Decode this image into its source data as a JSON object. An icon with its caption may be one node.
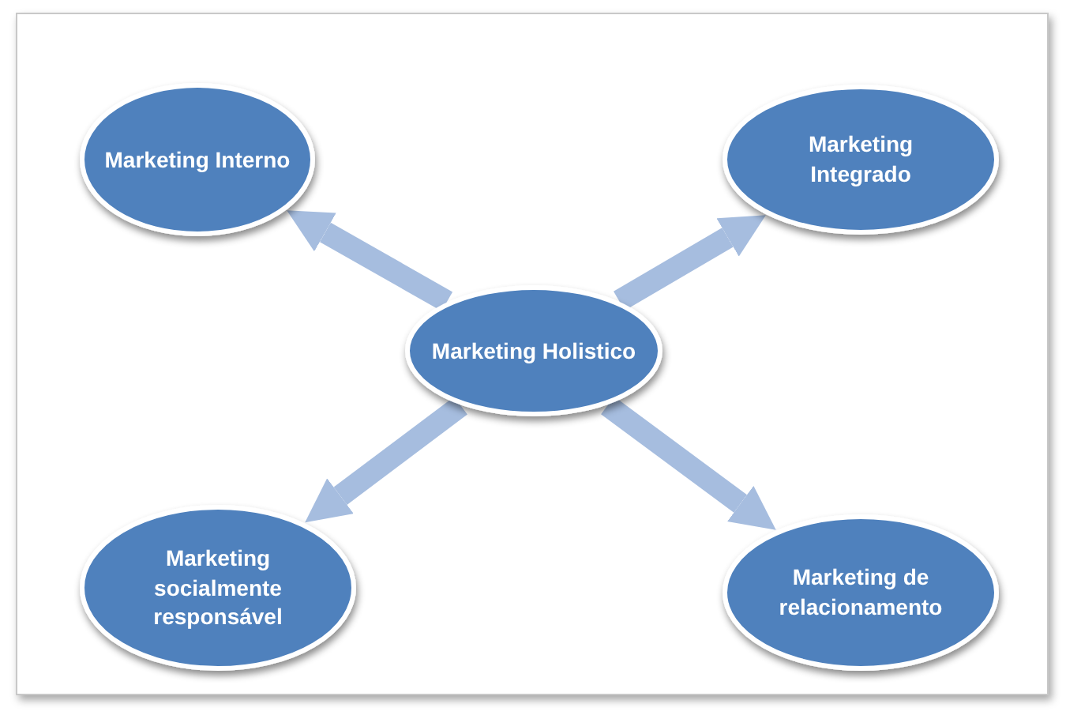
{
  "diagram": {
    "nodes": [
      {
        "text": [
          "Marketing Interno"
        ]
      },
      {
        "text": [
          "Marketing Integrado"
        ]
      },
      {
        "text": [
          "Marketing Holistico"
        ]
      },
      {
        "text": [
          "Marketing socialmente responsável"
        ]
      },
      {
        "text": [
          "Marketing de relacionamento"
        ]
      }
    ],
    "edges": [
      {
        "from": 2,
        "to": 0,
        "arrow": "to"
      },
      {
        "from": 2,
        "to": 1,
        "arrow": "to"
      },
      {
        "from": 2,
        "to": 3,
        "arrow": "to"
      },
      {
        "from": 2,
        "to": 4,
        "arrow": "to"
      }
    ]
  }
}
